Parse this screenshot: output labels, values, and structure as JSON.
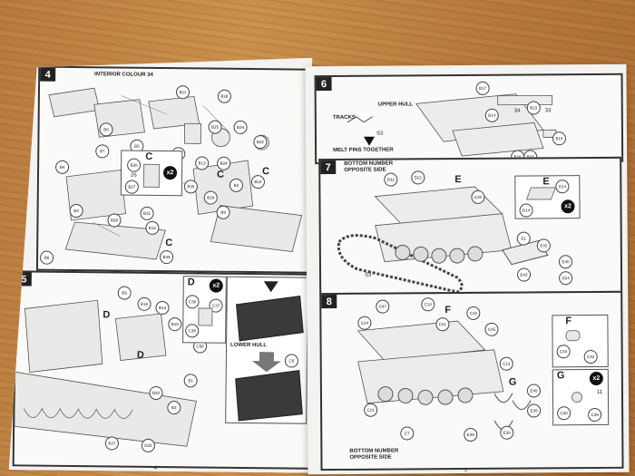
{
  "left_page": {
    "page_number": "4",
    "step4": {
      "number": "4",
      "note": "INTERIOR COLOUR 34",
      "parts": [
        "B11",
        "B28",
        "B8",
        "B7",
        "B5",
        "B4",
        "B25",
        "B34",
        "B33",
        "B32",
        "B10",
        "B3",
        "B26",
        "B31",
        "B13",
        "B12",
        "B30",
        "B24",
        "B39",
        "B9",
        "B6",
        "B35",
        "B2",
        "B29"
      ],
      "callouts": [
        "C",
        "C",
        "C",
        "C"
      ],
      "inset_label": "C",
      "inset_qty": "x2",
      "inset_parts": [
        "B28",
        "26",
        "B27"
      ]
    },
    "step5": {
      "number": "5",
      "parts": [
        "B9",
        "B18",
        "B14",
        "B19",
        "C56",
        "B1",
        "B27",
        "B2",
        "B22",
        "D25"
      ],
      "callouts": [
        "D",
        "D"
      ],
      "inset_label": "D",
      "inset_qty": "x2",
      "inset_parts": [
        "C38",
        "C37",
        "C36"
      ],
      "lower_hull_label": "LOWER HULL",
      "lower_hull_part": "C6"
    }
  },
  "right_page": {
    "page_number": "5",
    "step6": {
      "number": "6",
      "upper_hull_label": "UPPER HULL",
      "tracks_label": "TRACKS",
      "melt_label": "MELT PINS TOGETHER",
      "parts": [
        "B17",
        "B14",
        "B23",
        "34",
        "33",
        "B15",
        "B33",
        "B16",
        "S3"
      ]
    },
    "step7": {
      "number": "7",
      "bottom_note_line1": "BOTTOM NUMBER",
      "bottom_note_line2": "OPPOSITE SIDE",
      "parts": [
        "D32",
        "D22",
        "C30",
        "E1",
        "E42",
        "E43",
        "E40",
        "D24",
        "S3"
      ],
      "callout": "E",
      "inset_label": "E",
      "inset_qty": "x2",
      "inset_parts": [
        "D14",
        "D14"
      ]
    },
    "step8": {
      "number": "8",
      "parts": [
        "C47",
        "C34",
        "C14",
        "C41",
        "C10",
        "C45",
        "C13",
        "C21",
        "C7",
        "E39",
        "E38",
        "E35",
        "E40"
      ],
      "callouts": [
        "F",
        "G"
      ],
      "inset_f_label": "F",
      "inset_f_parts": [
        "C43",
        "C42"
      ],
      "inset_g_label": "G",
      "inset_g_qty": "x2",
      "inset_g_parts": [
        "C40",
        "C39",
        "11"
      ],
      "bottom_note_line1": "BOTTOM NUMBER",
      "bottom_note_line2": "OPPOSITE SIDE"
    }
  }
}
